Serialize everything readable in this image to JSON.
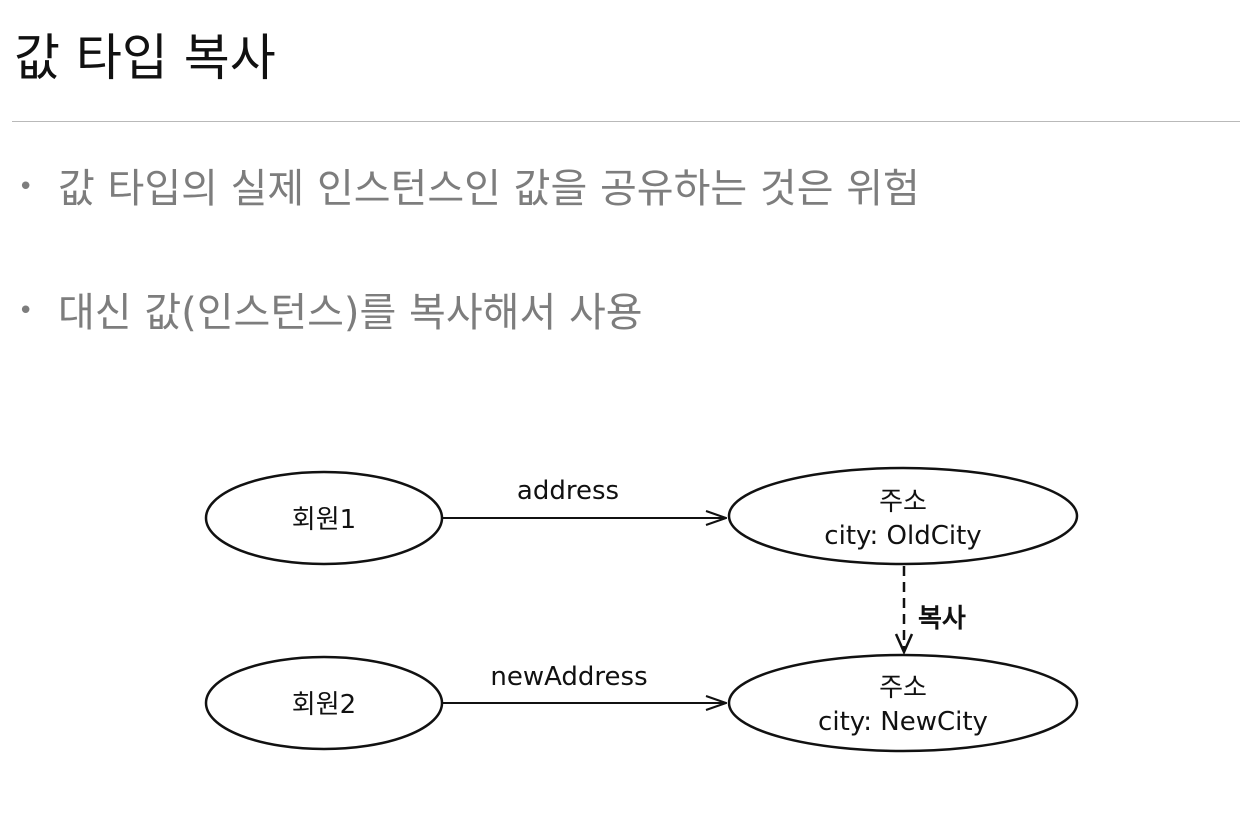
{
  "slide": {
    "title": "값 타입 복사",
    "bullets": [
      "값 타입의 실제 인스턴스인 값을 공유하는 것은 위험",
      "대신 값(인스턴스)를 복사해서 사용"
    ],
    "bullet_glyph": "•"
  },
  "diagram": {
    "member1": "회원1",
    "member2": "회원2",
    "edge1_label": "address",
    "edge2_label": "newAddress",
    "address1": {
      "title": "주소",
      "detail": "city: OldCity"
    },
    "address2": {
      "title": "주소",
      "detail": "city: NewCity"
    },
    "copy_label": "복사",
    "stroke_color": "#111111"
  }
}
